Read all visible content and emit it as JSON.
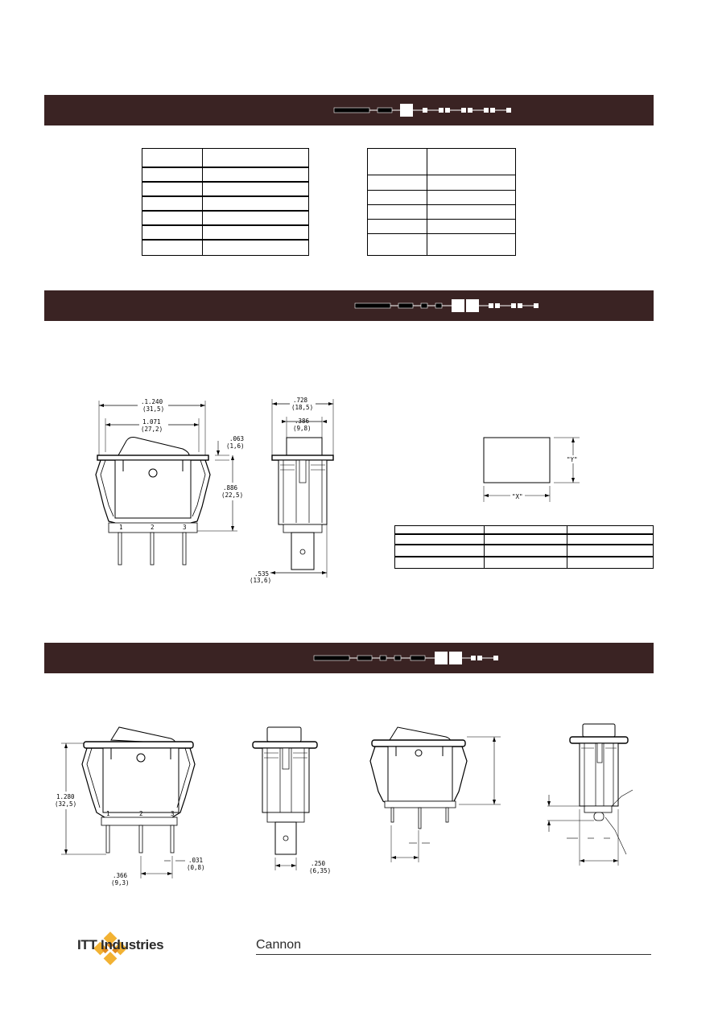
{
  "colors": {
    "band": "#3a2323",
    "code_box": "#ffffff",
    "ink": "#000000"
  },
  "sections": [
    {
      "id": "section-1",
      "code_pattern": "1-1-1(large)-s-ss-ss-ss-s"
    },
    {
      "id": "section-2",
      "code_pattern": "1-1-s-s-2(large)-ss-ss-s"
    },
    {
      "id": "section-3",
      "code_pattern": "1-1-s-s-1-2(large)-ss-s"
    }
  ],
  "dimensions": {
    "front_view": {
      "overall_width": ".1.240",
      "overall_width_mm": "(31,5)",
      "inner_width": "1.071",
      "inner_width_mm": "(27,2)",
      "bezel_thickness": ".063",
      "bezel_thickness_mm": "(1,6)",
      "body_height": ".886",
      "body_height_mm": "(22,5)",
      "terminal_1": "1",
      "terminal_2": "2",
      "terminal_3": "3"
    },
    "side_view": {
      "overall_depth": ".728",
      "overall_depth_mm": "(18,5)",
      "body_depth": ".386",
      "body_depth_mm": "(9,8)",
      "terminal_offset": ".535",
      "terminal_offset_mm": "(13,6)"
    },
    "panel_cutout": {
      "label_y": "\"Y\"",
      "label_x": "\"X\""
    },
    "section3_front": {
      "overall_height": "1.280",
      "overall_height_mm": "(32,5)",
      "terminal_1": "1",
      "terminal_2": "2",
      "terminal_3": "3",
      "terminal_spacing": ".366",
      "terminal_spacing_mm": "(9,3)",
      "terminal_thickness": ".031",
      "terminal_thickness_mm": "(0,8)"
    },
    "section3_side": {
      "tab_width": ".250",
      "tab_width_mm": "(6,35)"
    }
  },
  "footer": {
    "company": "ITT Industries",
    "brand": "Cannon"
  }
}
